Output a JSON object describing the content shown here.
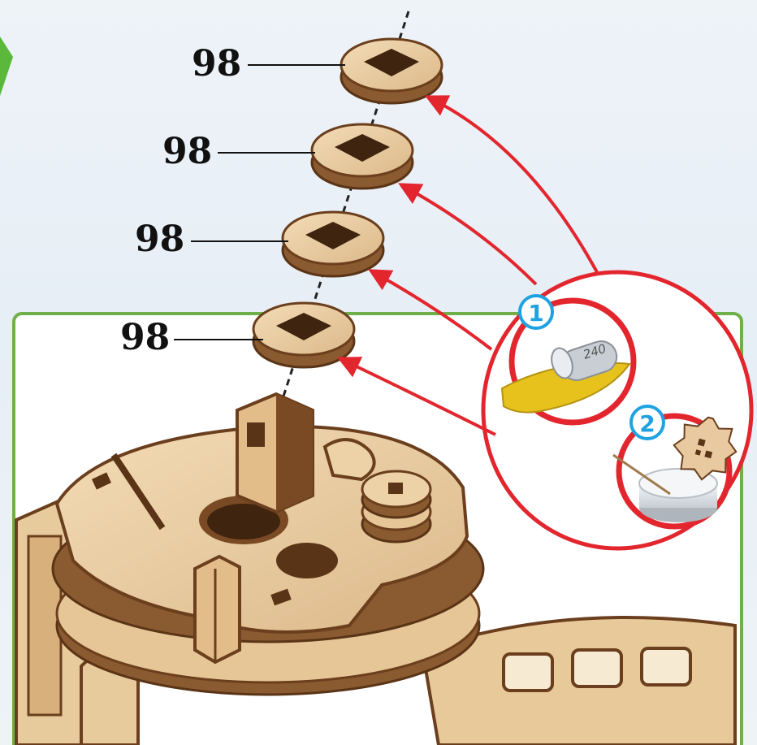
{
  "colors": {
    "background": "#eaf1f7",
    "frame_border": "#6fb04a",
    "arrow_red": "#e3262e",
    "step_badge_blue": "#1fa3e0",
    "wood_light": "#e9cfa4",
    "wood_edge": "#7a4a24",
    "sandpaper_yellow": "#e7c21c",
    "nav_green": "#5cb83a"
  },
  "parts": [
    {
      "label": "98"
    },
    {
      "label": "98"
    },
    {
      "label": "98"
    },
    {
      "label": "98"
    }
  ],
  "tips": {
    "step1_badge": "1",
    "step1_icon": "sandpaper-icon",
    "sandpaper_grit": "240",
    "step2_badge": "2",
    "step2_icon": "wax-gear-icon"
  },
  "icons": [
    "next-step-arrow-icon",
    "assembly-axis-icon"
  ]
}
